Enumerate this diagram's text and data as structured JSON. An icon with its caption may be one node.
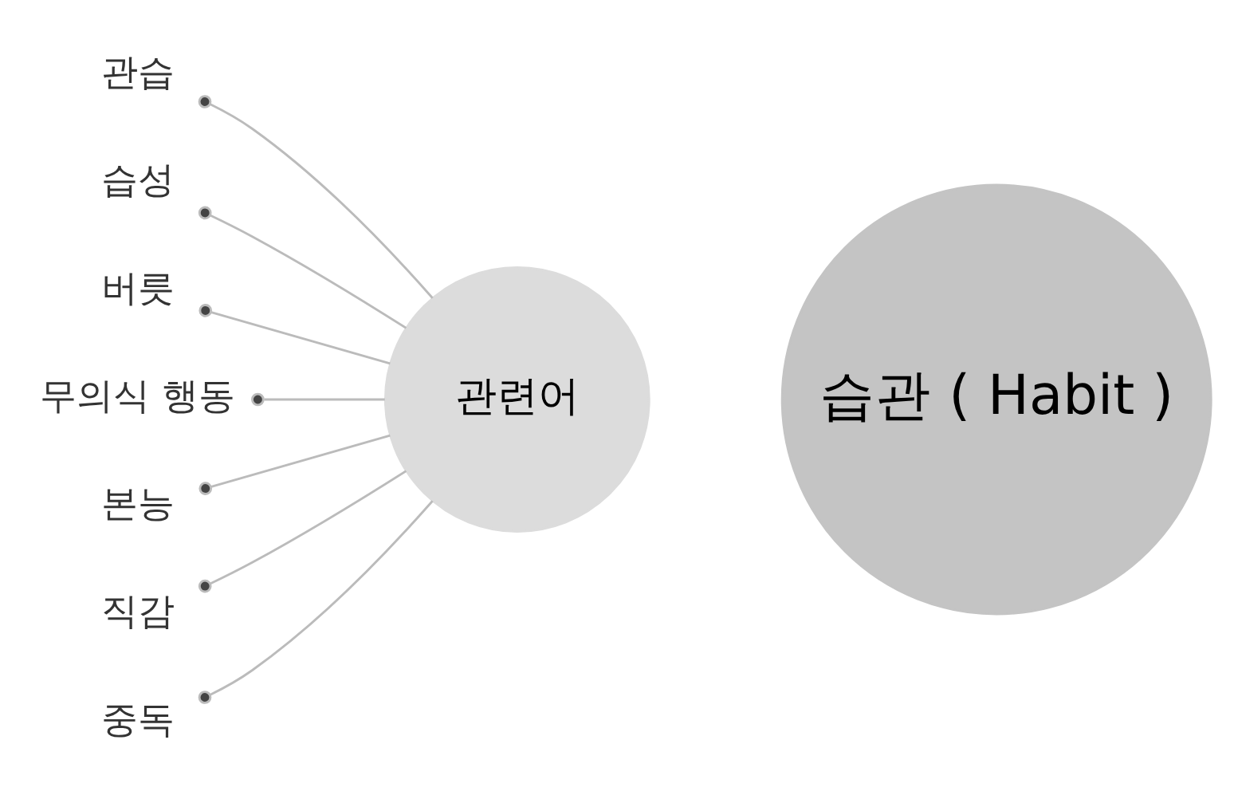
{
  "diagram": {
    "nodes": [
      {
        "text": [
          "관련어"
        ]
      },
      {
        "text": [
          "습관 ( Habit )"
        ]
      },
      {
        "text": [
          "관습"
        ]
      },
      {
        "text": [
          "습성"
        ]
      },
      {
        "text": [
          "버릇"
        ]
      },
      {
        "text": [
          "무의식 행동"
        ]
      },
      {
        "text": [
          "본능"
        ]
      },
      {
        "text": [
          "직감"
        ]
      },
      {
        "text": [
          "중독"
        ]
      }
    ],
    "edges": [
      {
        "from": 0,
        "to": 2,
        "arrow": "other"
      },
      {
        "from": 0,
        "to": 3,
        "arrow": "other"
      },
      {
        "from": 0,
        "to": 4,
        "arrow": "other"
      },
      {
        "from": 0,
        "to": 5,
        "arrow": "other"
      },
      {
        "from": 0,
        "to": 6,
        "arrow": "other"
      },
      {
        "from": 0,
        "to": 7,
        "arrow": "other"
      },
      {
        "from": 0,
        "to": 8,
        "arrow": "other"
      }
    ]
  }
}
